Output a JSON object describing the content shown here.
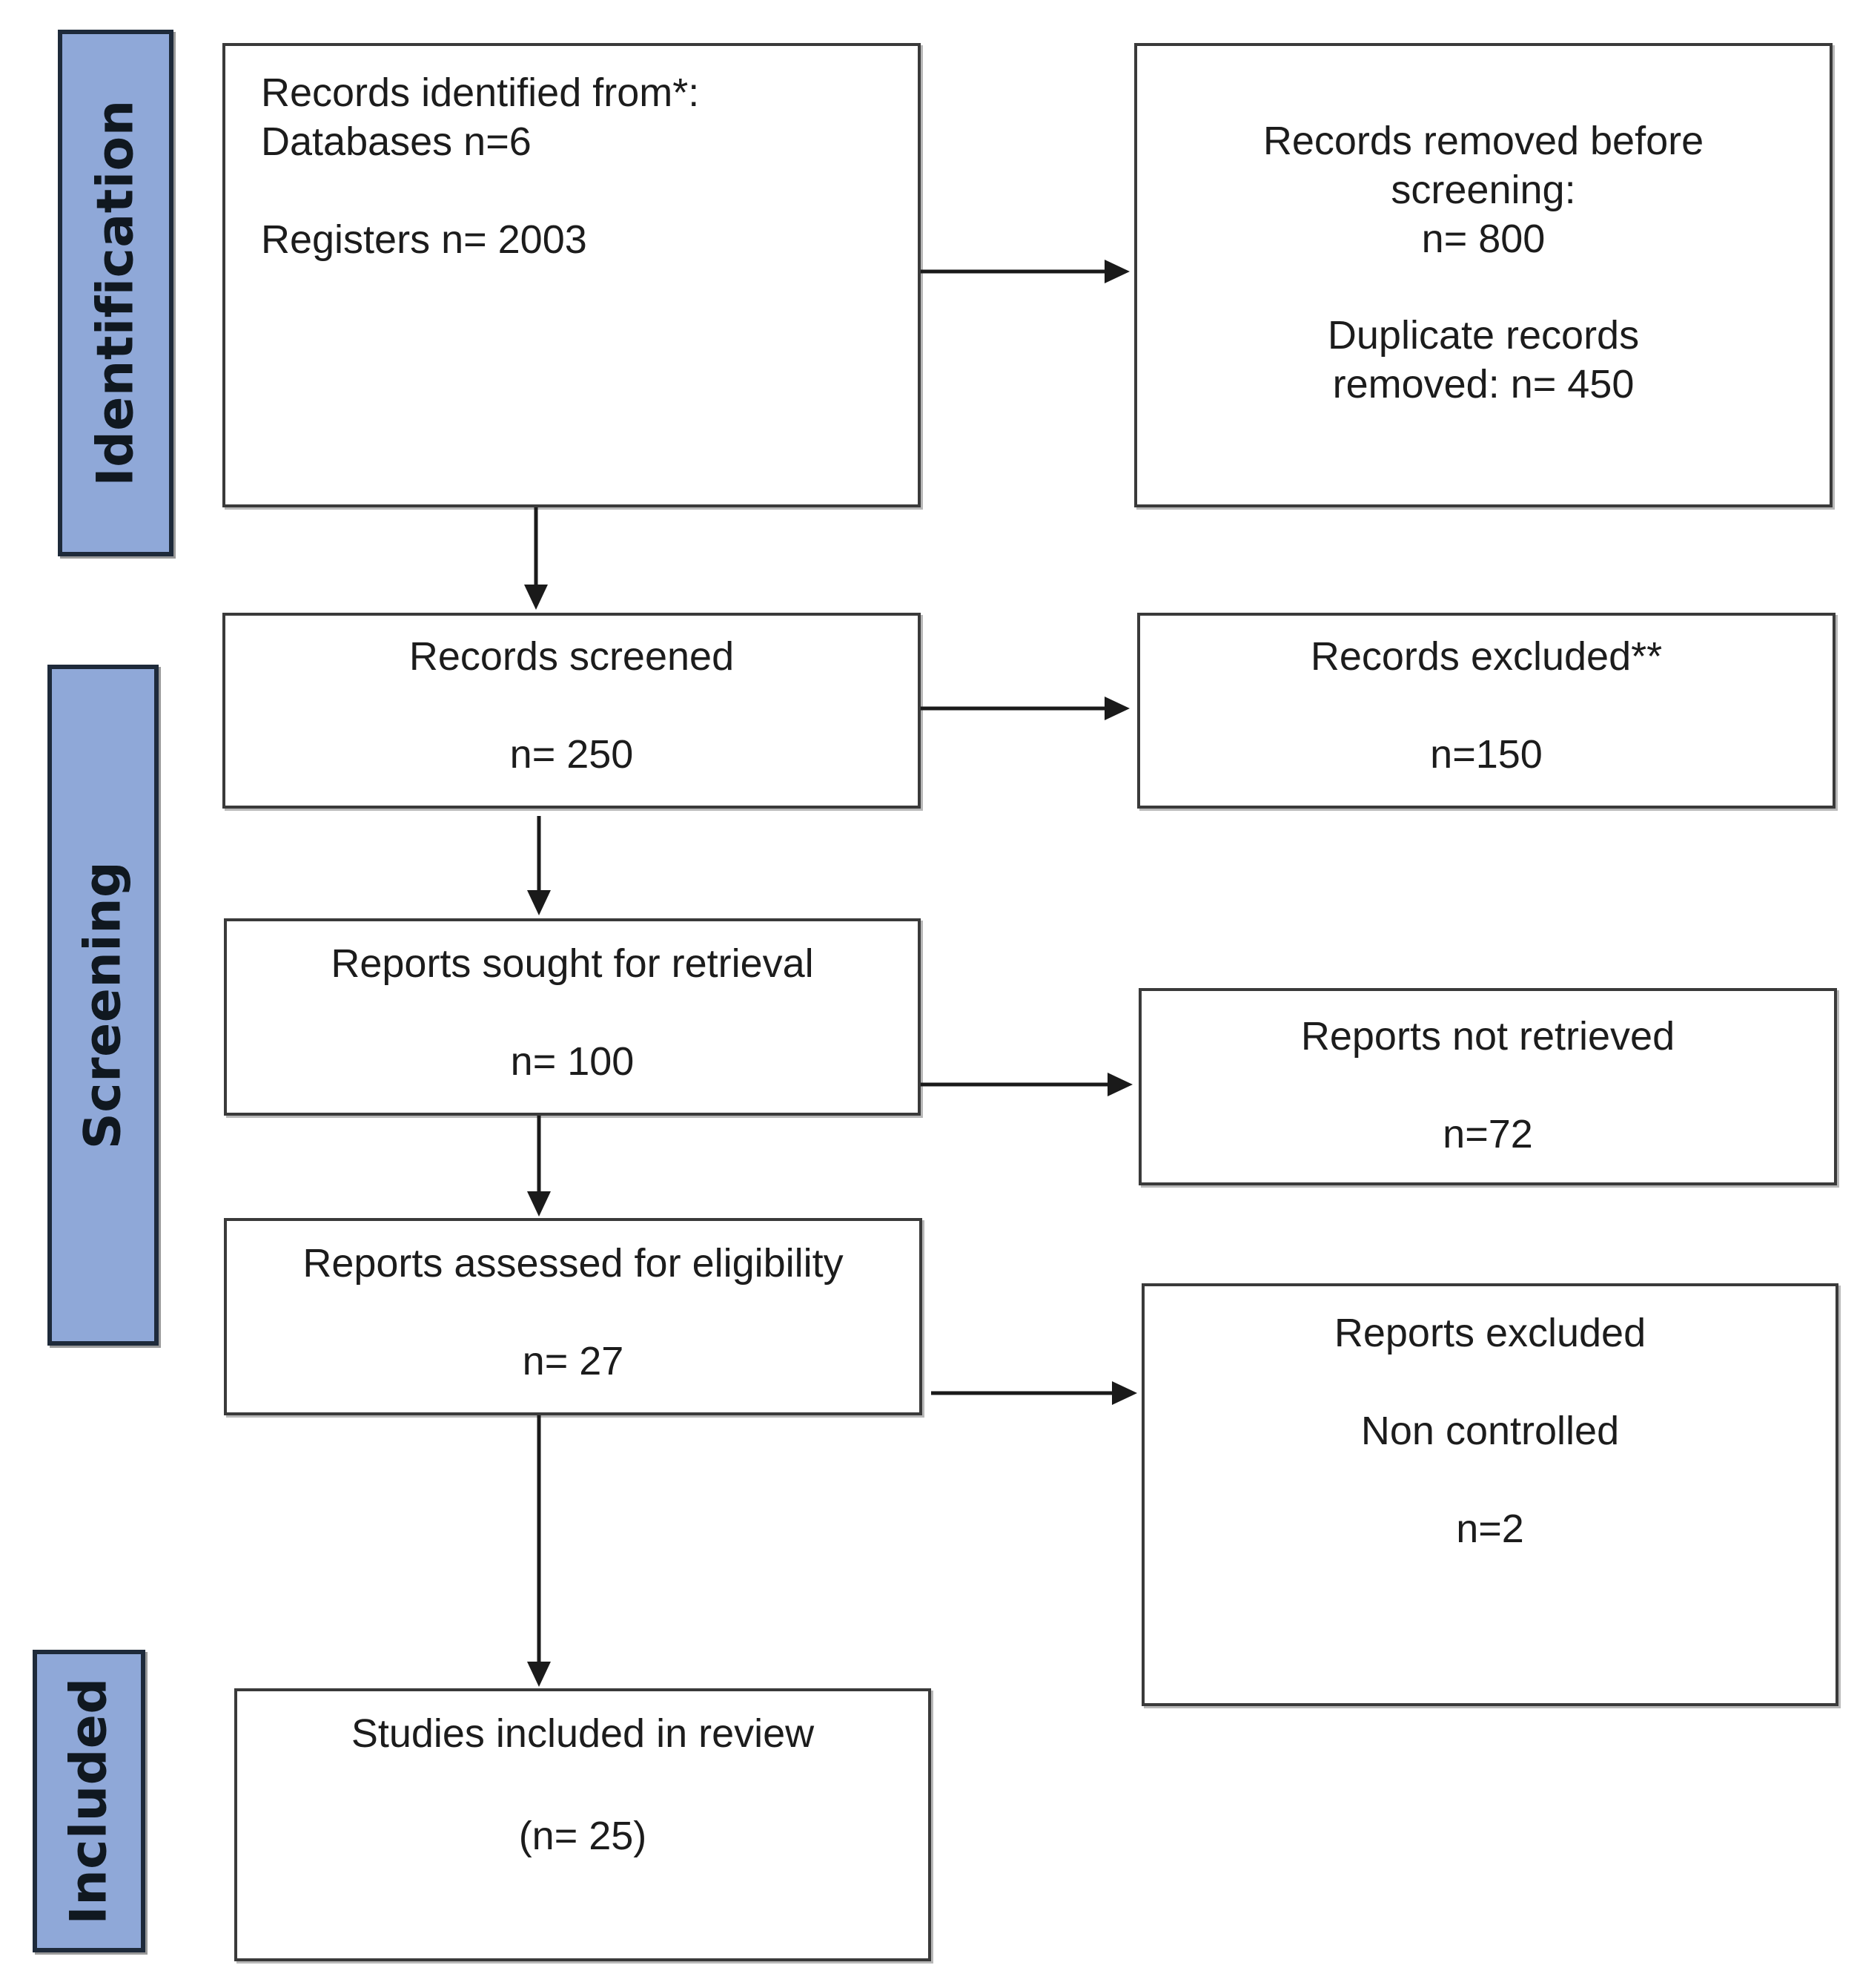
{
  "stages": {
    "identification": "Identification",
    "screening": "Screening",
    "included": "Included"
  },
  "identified": {
    "line1": "Records identified from*:",
    "line2": "Databases n=6",
    "line3": "Registers n= 2003"
  },
  "removed": {
    "line1": "Records removed before",
    "line2": "screening:",
    "line3": "n= 800",
    "line4": "Duplicate records",
    "line5": "removed: n= 450"
  },
  "screened": {
    "label": "Records screened",
    "count": "n= 250"
  },
  "excluded": {
    "label": "Records excluded**",
    "count": "n=150"
  },
  "sought": {
    "label": "Reports sought for retrieval",
    "count": "n= 100"
  },
  "not_retrieved": {
    "label": "Reports not retrieved",
    "count": "n=72"
  },
  "assessed": {
    "label": "Reports assessed for eligibility",
    "count": "n= 27"
  },
  "reports_excluded": {
    "label": "Reports excluded",
    "reason": "Non controlled",
    "count": "n=2"
  },
  "included": {
    "label": "Studies included in review",
    "count": "(n= 25)"
  },
  "colors": {
    "stage_fill": "#8fa8d8",
    "stage_border": "#1e2a3a",
    "box_border": "#3a3a3a",
    "arrow": "#1a1a1a"
  }
}
